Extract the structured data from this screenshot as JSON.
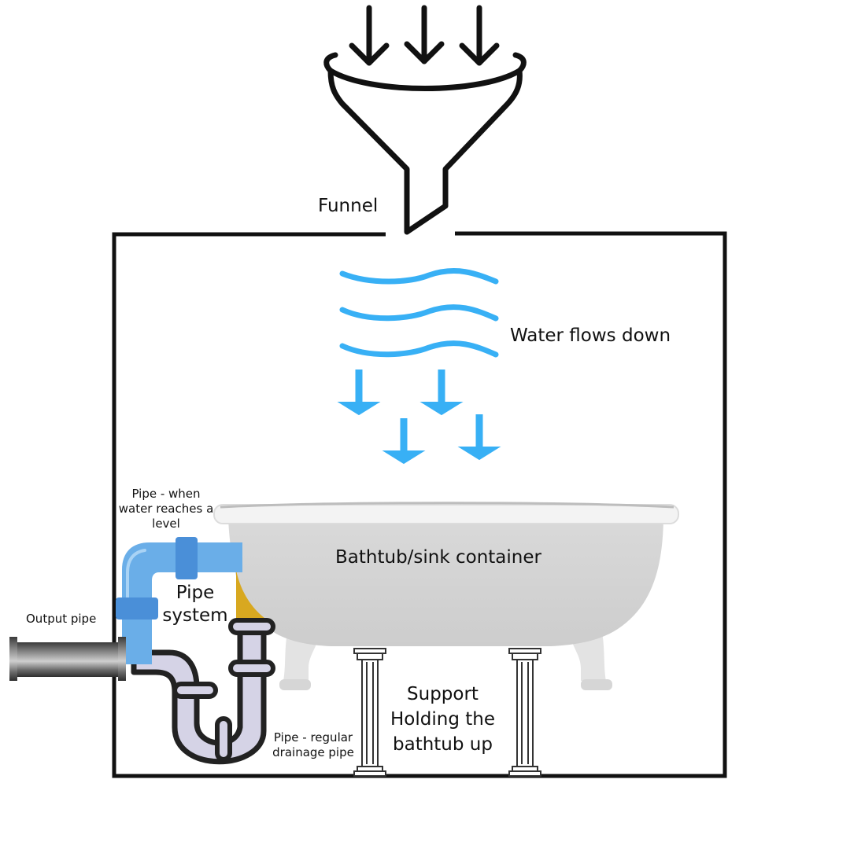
{
  "labels": {
    "funnel": "Funnel",
    "water_flows": "Water flows down",
    "bathtub": "Bathtub/sink container",
    "pipe_overflow": [
      "Pipe - when",
      "water reaches a",
      "level"
    ],
    "pipe_system": [
      "Pipe",
      "system"
    ],
    "output_pipe": "Output pipe",
    "pipe_regular": [
      "Pipe - regular",
      "drainage pipe"
    ],
    "support": [
      "Support",
      "Holding the",
      "bathtub up"
    ]
  },
  "colors": {
    "outline": "#111111",
    "water": "#38b0f5",
    "overflow_pipe": "#6aaee8",
    "overflow_joint": "#4a8fd8",
    "tub": "#d3d3d3",
    "tub_rim": "#f2f2f2",
    "drain_pipe": "#d5d3e6",
    "brass": "#d8a820",
    "metal_pipe": "#6e6e6e"
  },
  "icons": [
    "funnel-icon",
    "down-arrow-icon",
    "water-wave-icon",
    "bathtub-icon",
    "column-icon",
    "p-trap-icon",
    "elbow-pipe-icon",
    "metal-pipe-icon"
  ]
}
